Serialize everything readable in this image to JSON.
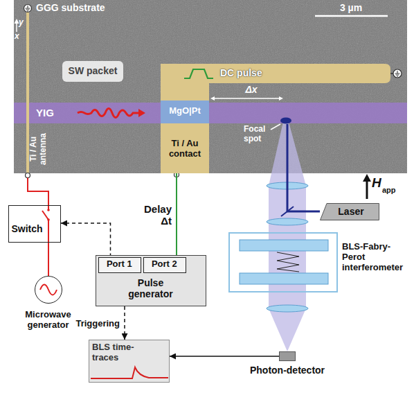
{
  "diagram": {
    "nodes": [
      {
        "text": [
          "GGG substrate"
        ]
      },
      {
        "text": [
          "YIG"
        ],
        "in": 0
      },
      {
        "text": [
          "SW packet"
        ],
        "in": 0
      },
      {
        "text": [
          "MgO|Pt"
        ],
        "in": 0
      },
      {
        "text": [
          "Ti / Au contact"
        ],
        "in": 0
      },
      {
        "text": [
          "Switch"
        ]
      },
      {
        "text": [
          "Microwave generator"
        ]
      },
      {
        "text": [
          "Pulse generator"
        ]
      },
      {
        "text": [
          "Port 1"
        ],
        "in": 7
      },
      {
        "text": [
          "Port 2"
        ],
        "in": 7
      },
      {
        "text": [
          "Laser"
        ]
      },
      {
        "text": [
          "BLS-Fabry-Perot interferometer"
        ]
      },
      {
        "text": [
          "Photon-detector"
        ]
      },
      {
        "text": [
          "BLS time-traces"
        ]
      }
    ],
    "edges": [
      {
        "from": 6,
        "to": 5,
        "arrow": "none"
      },
      {
        "from": 8,
        "to": 5,
        "arrow": "to"
      },
      {
        "from": 9,
        "to": 4,
        "arrow": "none",
        "label": "Delay Δt"
      },
      {
        "from": 7,
        "to": 13,
        "arrow": "to",
        "label": "Triggering"
      },
      {
        "from": 12,
        "to": 13,
        "arrow": "to"
      }
    ],
    "labels": [
      "y",
      "x",
      "3 µm",
      "DC pulse",
      "Δx",
      "Focal spot",
      "Ti / Au antenna",
      "H",
      "app"
    ]
  }
}
